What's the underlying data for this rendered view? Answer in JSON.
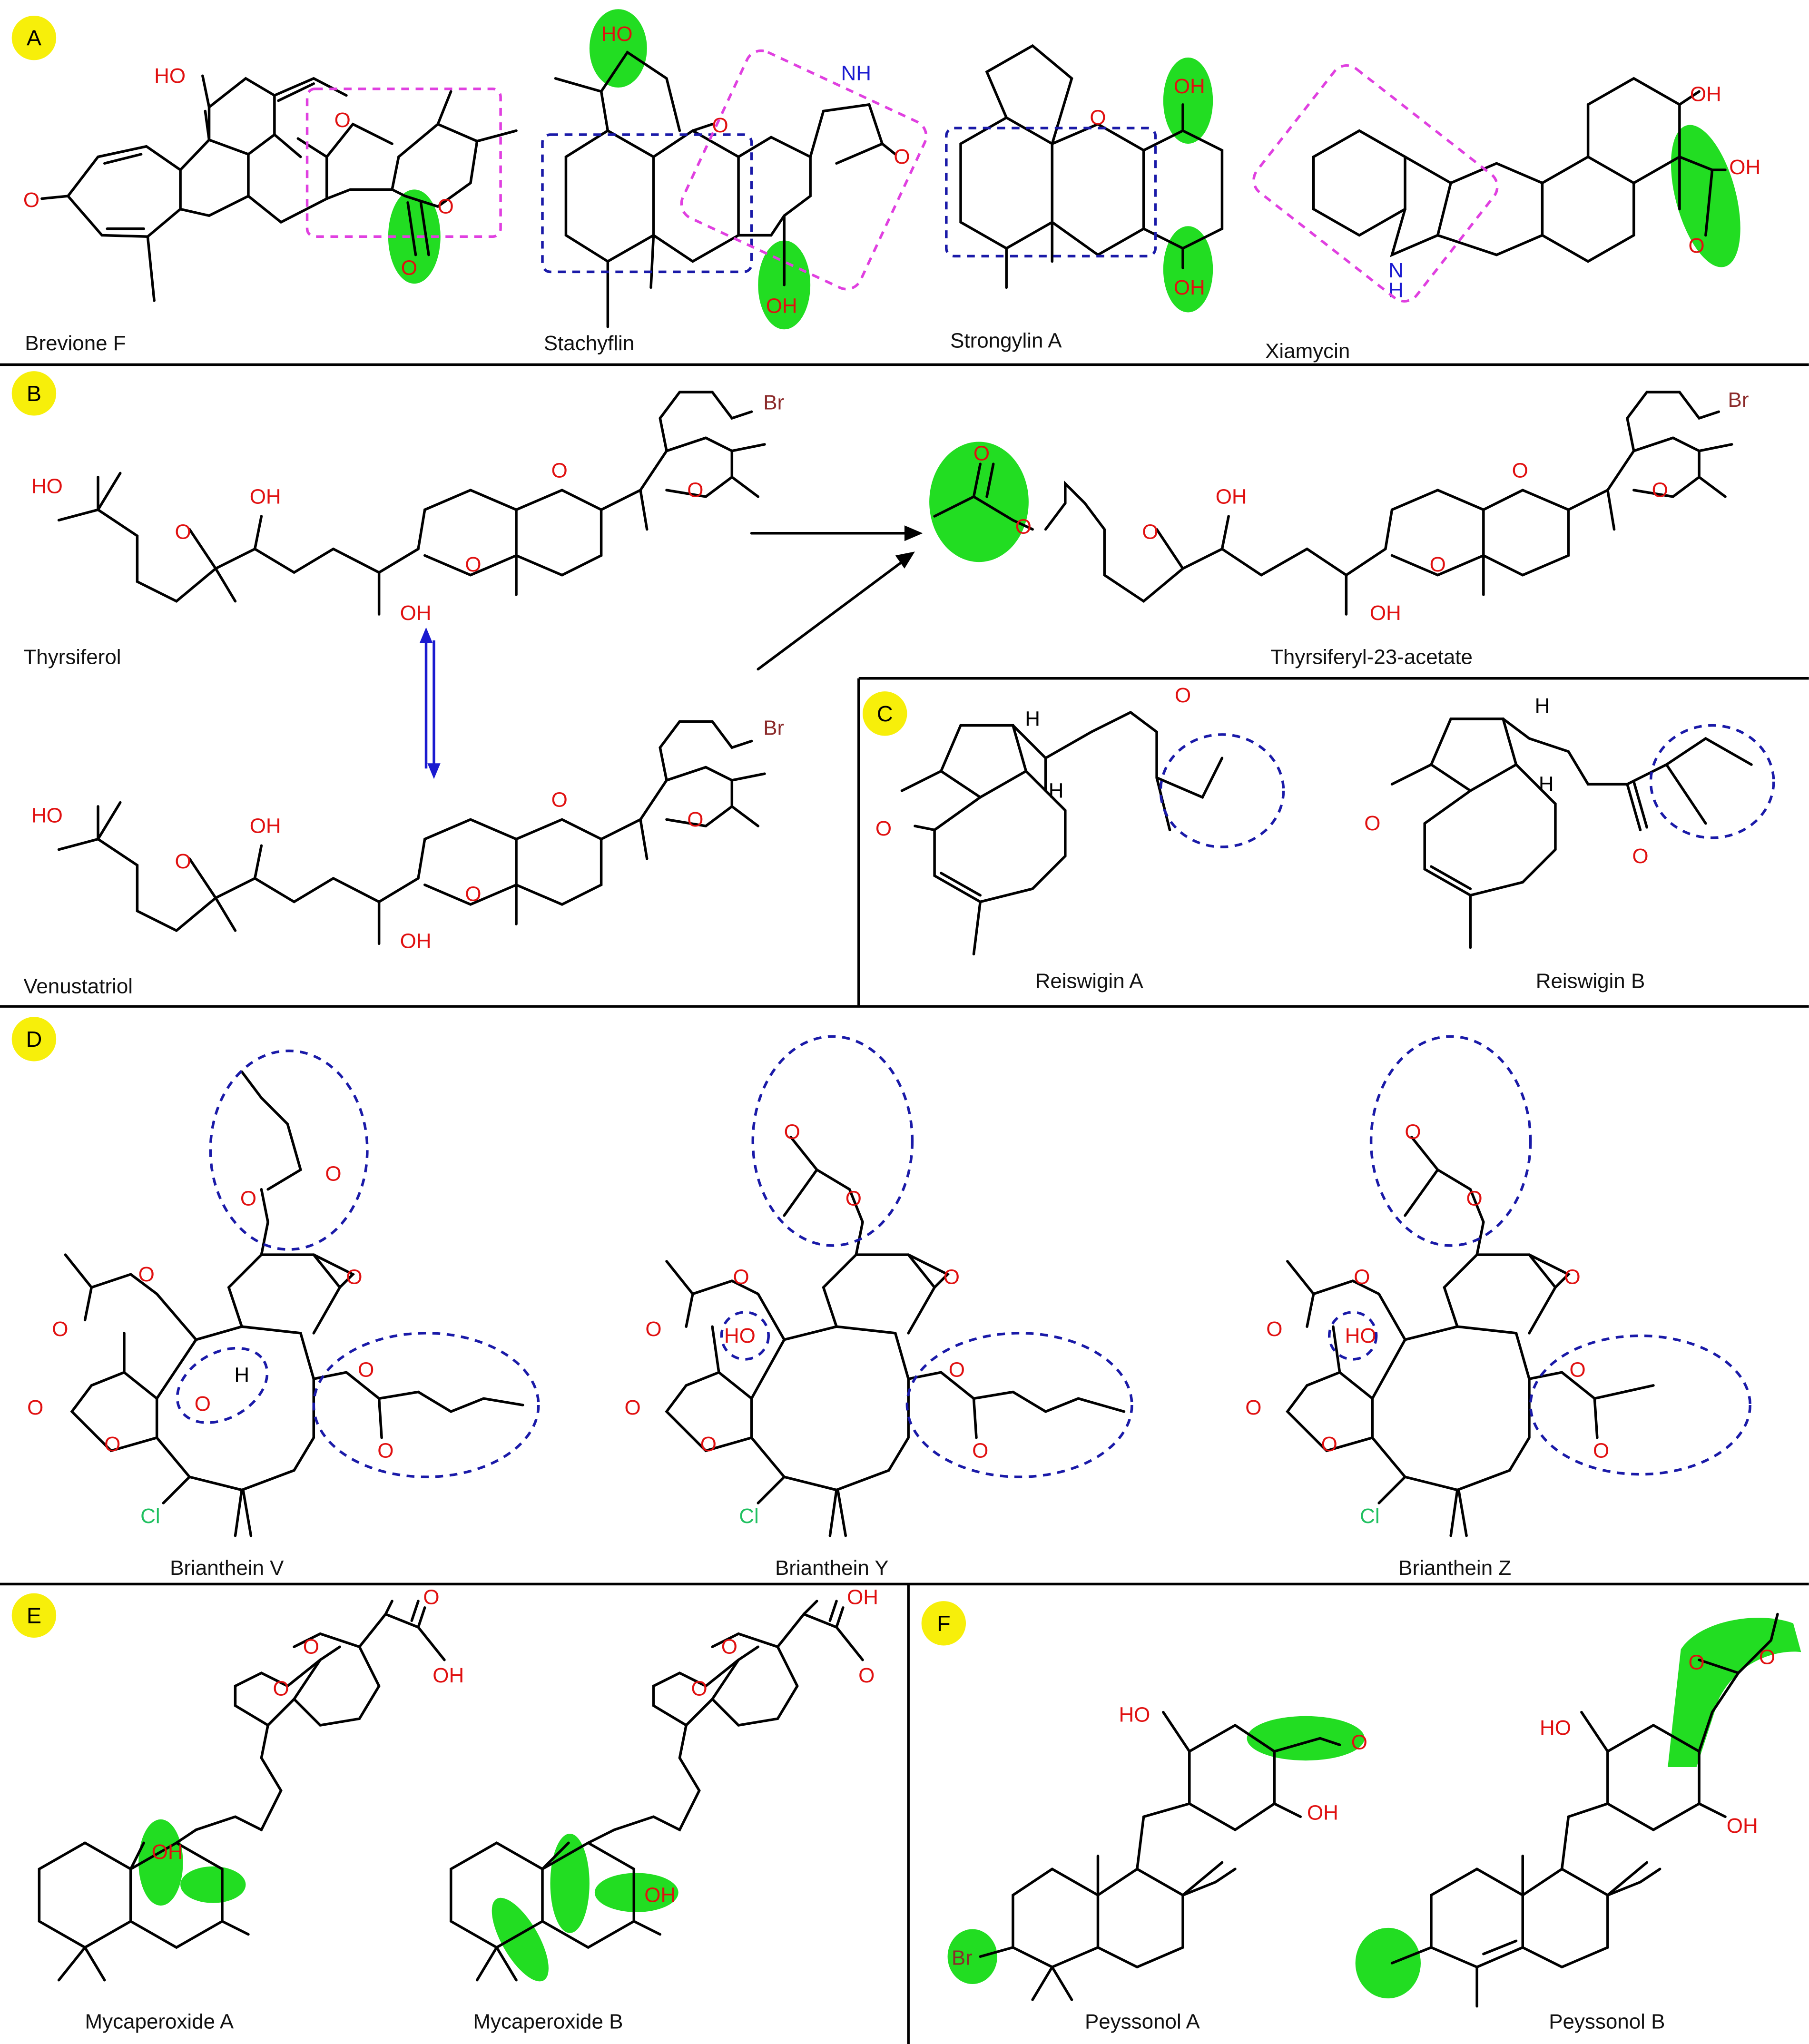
{
  "panels": {
    "A": {
      "badge": "A",
      "compounds": [
        "Brevione F",
        "Stachyflin",
        "Strongylin A",
        "Xiamycin"
      ]
    },
    "B": {
      "badge": "B",
      "compounds": [
        "Thyrsiferol",
        "Thyrsiferyl-23-acetate",
        "Venustatriol"
      ]
    },
    "C": {
      "badge": "C",
      "compounds": [
        "Reiswigin A",
        "Reiswigin B"
      ]
    },
    "D": {
      "badge": "D",
      "compounds": [
        "Brianthein V",
        "Brianthein Y",
        "Brianthein Z"
      ]
    },
    "E": {
      "badge": "E",
      "compounds": [
        "Mycaperoxide A",
        "Mycaperoxide B"
      ]
    },
    "F": {
      "badge": "F",
      "compounds": [
        "Peyssonol A",
        "Peyssonol B"
      ]
    }
  },
  "atoms": {
    "O": "O",
    "OH": "OH",
    "HO": "HO",
    "NH": "NH",
    "N": "N",
    "H": "H",
    "Br": "Br",
    "Cl": "Cl"
  },
  "colors": {
    "highlight": "#22dd22",
    "magenta_box": "#e040e0",
    "blue_box": "#1a1aa8",
    "badge": "#f7ef0a",
    "oxygen": "#e01010",
    "nitrogen": "#1a1ad0",
    "bromine": "#8b2a2a",
    "chlorine": "#20c060"
  }
}
